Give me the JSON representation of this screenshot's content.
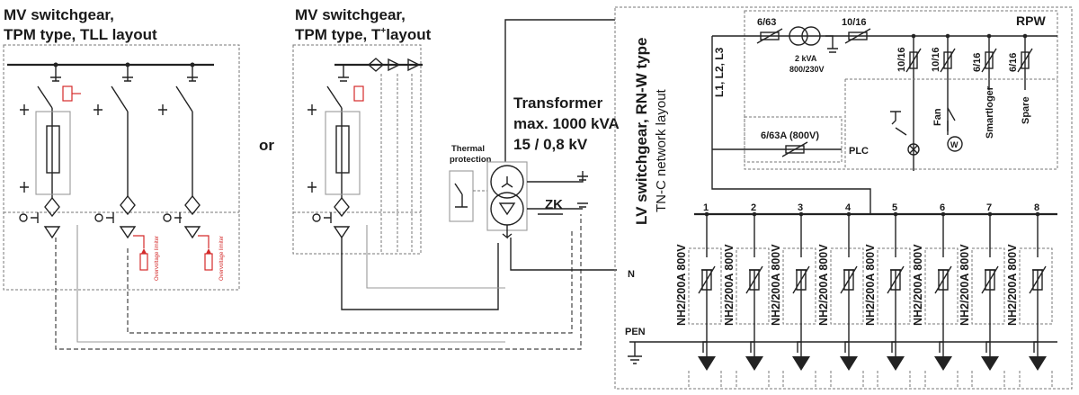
{
  "mv_left": {
    "title_line1": "MV switchgear,",
    "title_line2": "TPM type, TLL layout"
  },
  "or_label": "or",
  "mv_right": {
    "title_line1": "MV switchgear,",
    "title_line2": "TPM type, T",
    "title_sup": "+",
    "title_line2_end": "layout"
  },
  "overvoltage_limiter": "Overvoltage limiter",
  "thermal_protection": {
    "line1": "Thermal",
    "line2": "protection"
  },
  "transformer": {
    "line1": "Transformer",
    "line2": "max. 1000 kVA",
    "line3": "15 / 0,8 kV"
  },
  "zk_label": "ZK",
  "lv_switchgear": {
    "line1": "LV switchgear, RN-W type",
    "line2": "TN-C network layout"
  },
  "phases_label": "L1, L2, L3",
  "n_label": "N",
  "pen_label": "PEN",
  "rpw": {
    "label": "RPW",
    "fuse_main": "6/63",
    "fuse_tr": "10/16",
    "transformer_kva": "2 kVA",
    "transformer_v": "800/230V",
    "branch_fuses": [
      "10/16",
      "10/16",
      "6/16",
      "6/16"
    ],
    "fan": "Fan",
    "smartloger": "Smartloger",
    "spare": "Spare",
    "plc_fuse": "6/63A (800V)",
    "plc": "PLC"
  },
  "feeders": {
    "numbers": [
      "1",
      "2",
      "3",
      "4",
      "5",
      "6",
      "7",
      "8"
    ],
    "fuse_label": "NH2/200A 800V"
  }
}
